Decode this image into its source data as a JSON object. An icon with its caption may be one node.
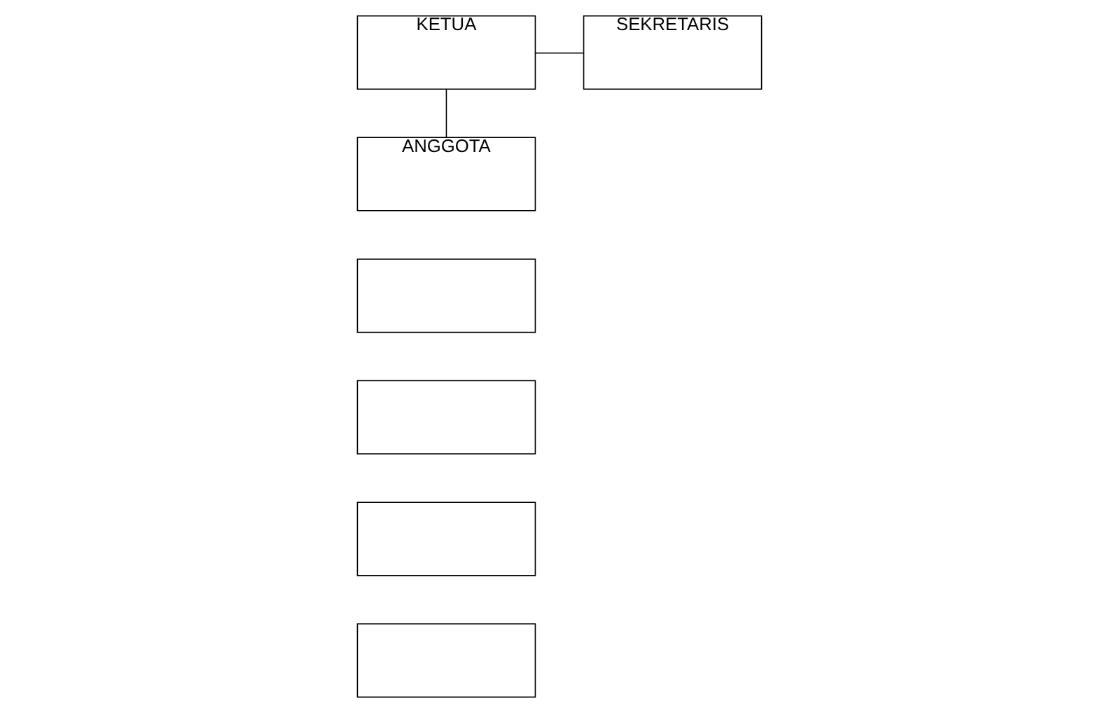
{
  "diagram": {
    "nodes": [
      {
        "text": [
          "KETUA"
        ]
      },
      {
        "text": [
          "SEKRETARIS"
        ]
      },
      {
        "text": [
          "ANGGOTA"
        ]
      },
      {
        "text": [],
        "shape": "box"
      },
      {
        "text": [],
        "shape": "box"
      },
      {
        "text": [],
        "shape": "box"
      },
      {
        "text": [],
        "shape": "box"
      }
    ],
    "edges": [
      {
        "from": 0,
        "to": 2,
        "arrow": "none"
      },
      {
        "from": 0,
        "to": 1,
        "arrow": "none"
      }
    ]
  }
}
